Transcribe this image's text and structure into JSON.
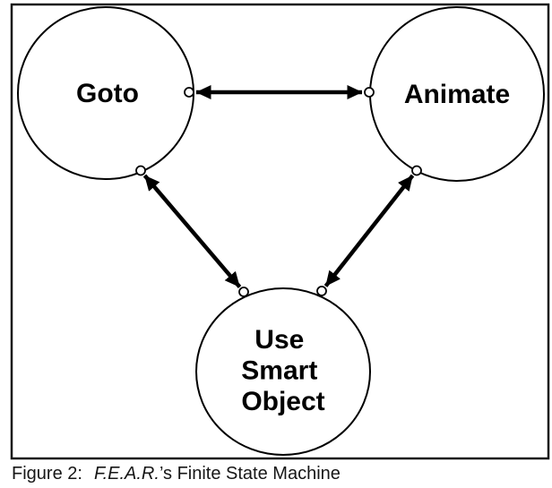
{
  "figure": {
    "caption": {
      "prefix": "Figure 2:",
      "title_italic": "F.E.A.R.",
      "suffix": "’s Finite State Machine"
    }
  },
  "diagram": {
    "type": "finite-state-machine",
    "nodes": [
      {
        "id": "goto",
        "label": "Goto",
        "lines": [
          "Goto"
        ]
      },
      {
        "id": "animate",
        "label": "Animate",
        "lines": [
          "Animate"
        ]
      },
      {
        "id": "use-smart-object",
        "label": "Use Smart Object",
        "lines": [
          "Use",
          "Smart",
          "Object"
        ]
      }
    ],
    "edges": [
      {
        "from": "Goto",
        "to": "Animate",
        "style": "bidirectional-arrow"
      },
      {
        "from": "Goto",
        "to": "Use Smart Object",
        "style": "bidirectional-arrow"
      },
      {
        "from": "Animate",
        "to": "Use Smart Object",
        "style": "bidirectional-arrow"
      }
    ],
    "colors": {
      "stroke": "#000000",
      "background": "#ffffff",
      "frame": "#161616"
    }
  }
}
